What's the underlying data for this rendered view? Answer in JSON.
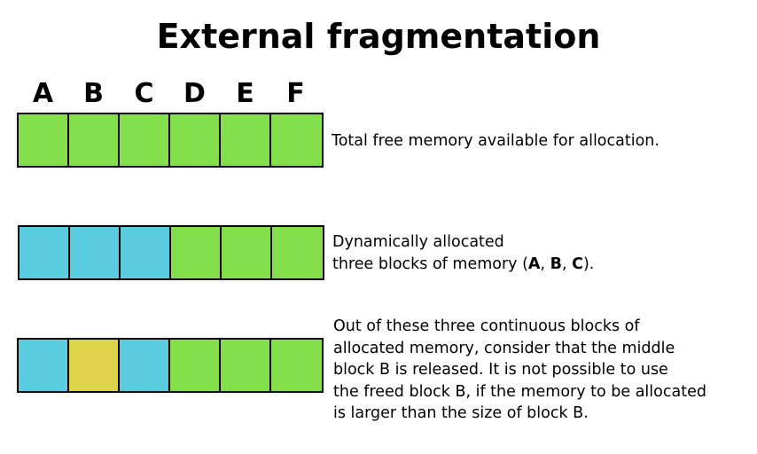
{
  "title": "External fragmentation",
  "columns": [
    "A",
    "B",
    "C",
    "D",
    "E",
    "F"
  ],
  "colors": {
    "free": "#84e04a",
    "allocated": "#5accdf",
    "released": "#ded44a"
  },
  "rows": [
    {
      "blocks": [
        "free",
        "free",
        "free",
        "free",
        "free",
        "free"
      ],
      "caption": "Total free memory available for allocation."
    },
    {
      "blocks": [
        "allocated",
        "allocated",
        "allocated",
        "free",
        "free",
        "free"
      ],
      "caption_line1": "Dynamically allocated",
      "caption_line2_prefix": "three blocks of memory (",
      "caption_line2_a": "A",
      "caption_line2_sep1": ", ",
      "caption_line2_b": "B",
      "caption_line2_sep2": ", ",
      "caption_line2_c": "C",
      "caption_line2_suffix": ")."
    },
    {
      "blocks": [
        "allocated",
        "released",
        "allocated",
        "free",
        "free",
        "free"
      ],
      "caption_lines": [
        "Out of these three continuous blocks of",
        "allocated memory, consider that the middle",
        "block B is released. It is not possible to use",
        "the freed block B, if the memory to be allocated",
        "is larger than the size of block B."
      ]
    }
  ]
}
